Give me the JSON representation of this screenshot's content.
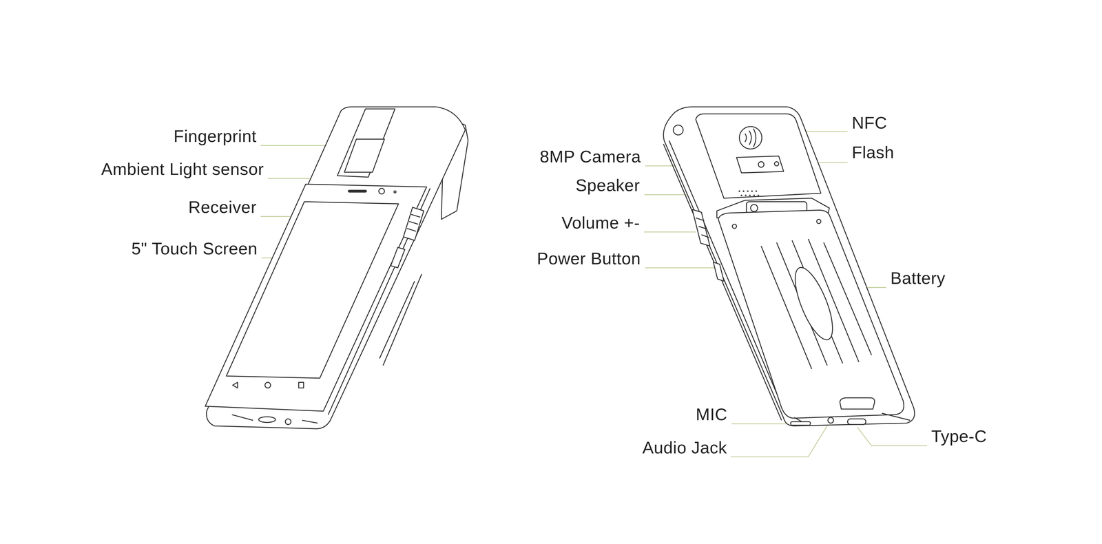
{
  "diagram": {
    "labels": [
      "Fingerprint",
      "Ambient Light sensor",
      "Receiver",
      "5\" Touch Screen",
      "NFC",
      "8MP Camera",
      "Flash",
      "Speaker",
      "Volume +-",
      "Power Button",
      "Battery",
      "MIC",
      "Audio Jack",
      "Type-C"
    ]
  }
}
